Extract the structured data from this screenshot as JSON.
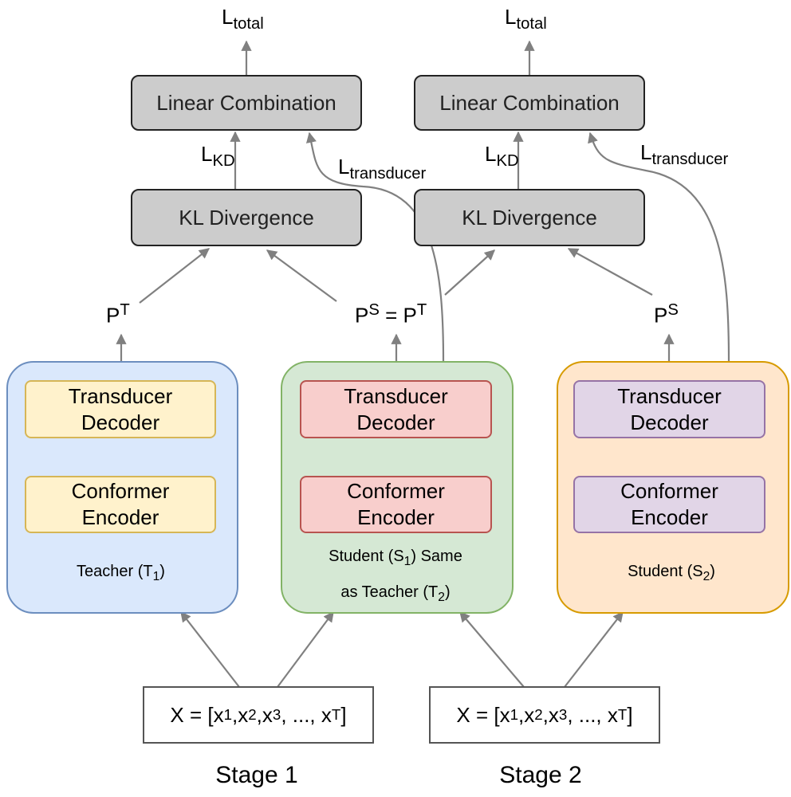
{
  "stage1": {
    "loss_main": "L",
    "loss_sub": "total",
    "combine_label": "Linear Combination",
    "kd_main": "L",
    "kd_sub": "KD",
    "trans_main": "L",
    "trans_sub": "transducer",
    "kl_label": "KL Divergence",
    "pt_main": "P",
    "pt_sup": "T",
    "ps_main": "P",
    "ps_sup": "S",
    "ps_eq": " = P",
    "ps_sup2": "T",
    "stage_label": "Stage 1"
  },
  "stage2": {
    "loss_main": "L",
    "loss_sub": "total",
    "combine_label": "Linear Combination",
    "kd_main": "L",
    "kd_sub": "KD",
    "trans_main": "L",
    "trans_sub": "transducer",
    "kl_label": "KL Divergence",
    "ps_main": "P",
    "ps_sup": "S",
    "stage_label": "Stage 2"
  },
  "models": {
    "teacher": {
      "decoder_line1": "Transducer",
      "decoder_line2": "Decoder",
      "encoder_line1": "Conformer",
      "encoder_line2": "Encoder",
      "caption_a": "Teacher (T",
      "caption_sub": "1",
      "caption_b": ")"
    },
    "student1": {
      "decoder_line1": "Transducer",
      "decoder_line2": "Decoder",
      "encoder_line1": "Conformer",
      "encoder_line2": "Encoder",
      "caption_l1a": "Student (S",
      "caption_l1sub": "1",
      "caption_l1b": ") Same",
      "caption_l2a": "as Teacher (T",
      "caption_l2sub": "2",
      "caption_l2b": ")"
    },
    "student2": {
      "decoder_line1": "Transducer",
      "decoder_line2": "Decoder",
      "encoder_line1": "Conformer",
      "encoder_line2": "Encoder",
      "caption_a": "Student (S",
      "caption_sub": "2",
      "caption_b": ")"
    }
  },
  "input": {
    "prefix": "X = [x",
    "s1": "1",
    "c1": ",x",
    "s2": "2",
    "c2": ",x",
    "s3": "3",
    "mid": ", ..., x",
    "sT": "T",
    "suffix": "]"
  },
  "colors": {
    "teacher_fill": "#dae8fc",
    "teacher_border": "#6c8ebf",
    "teacher_inner_fill": "#fff2cc",
    "teacher_inner_border": "#d6b656",
    "student1_fill": "#d5e8d4",
    "student1_border": "#82b366",
    "student1_inner_fill": "#f8cecc",
    "student1_inner_border": "#b85450",
    "student2_fill": "#ffe6cc",
    "student2_border": "#d79b00",
    "student2_inner_fill": "#e1d5e7",
    "student2_inner_border": "#9673a6",
    "grey_fill": "#cccccc",
    "arrow": "#808080"
  }
}
